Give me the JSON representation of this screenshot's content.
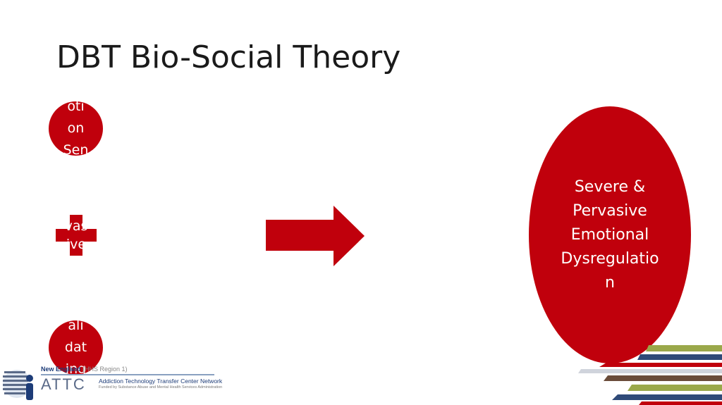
{
  "slide": {
    "title": "DBT Bio-Social Theory",
    "top_oval_lines": [
      "oti",
      "on",
      "Sen"
    ],
    "plus_lines": [
      "vas",
      "ive"
    ],
    "bottom_oval_lines": [
      "ali",
      "dat",
      "ing"
    ],
    "result_text": "Severe & Pervasive Emotional Dysregulation"
  },
  "footer": {
    "region": "New England",
    "region_suffix": "(HHS Region 1)",
    "org_short": "ATTC",
    "org_long": "Addiction Technology Transfer Center Network",
    "funded_by": "Funded by Substance Abuse and Mental Health Services Administration"
  },
  "colors": {
    "accent": "#c0000c",
    "stripes": [
      "#9aa84a",
      "#2f4a78",
      "#c0000c",
      "#6a4c3a",
      "#9aa84a",
      "#2f4a78",
      "#d0d4dc"
    ]
  }
}
